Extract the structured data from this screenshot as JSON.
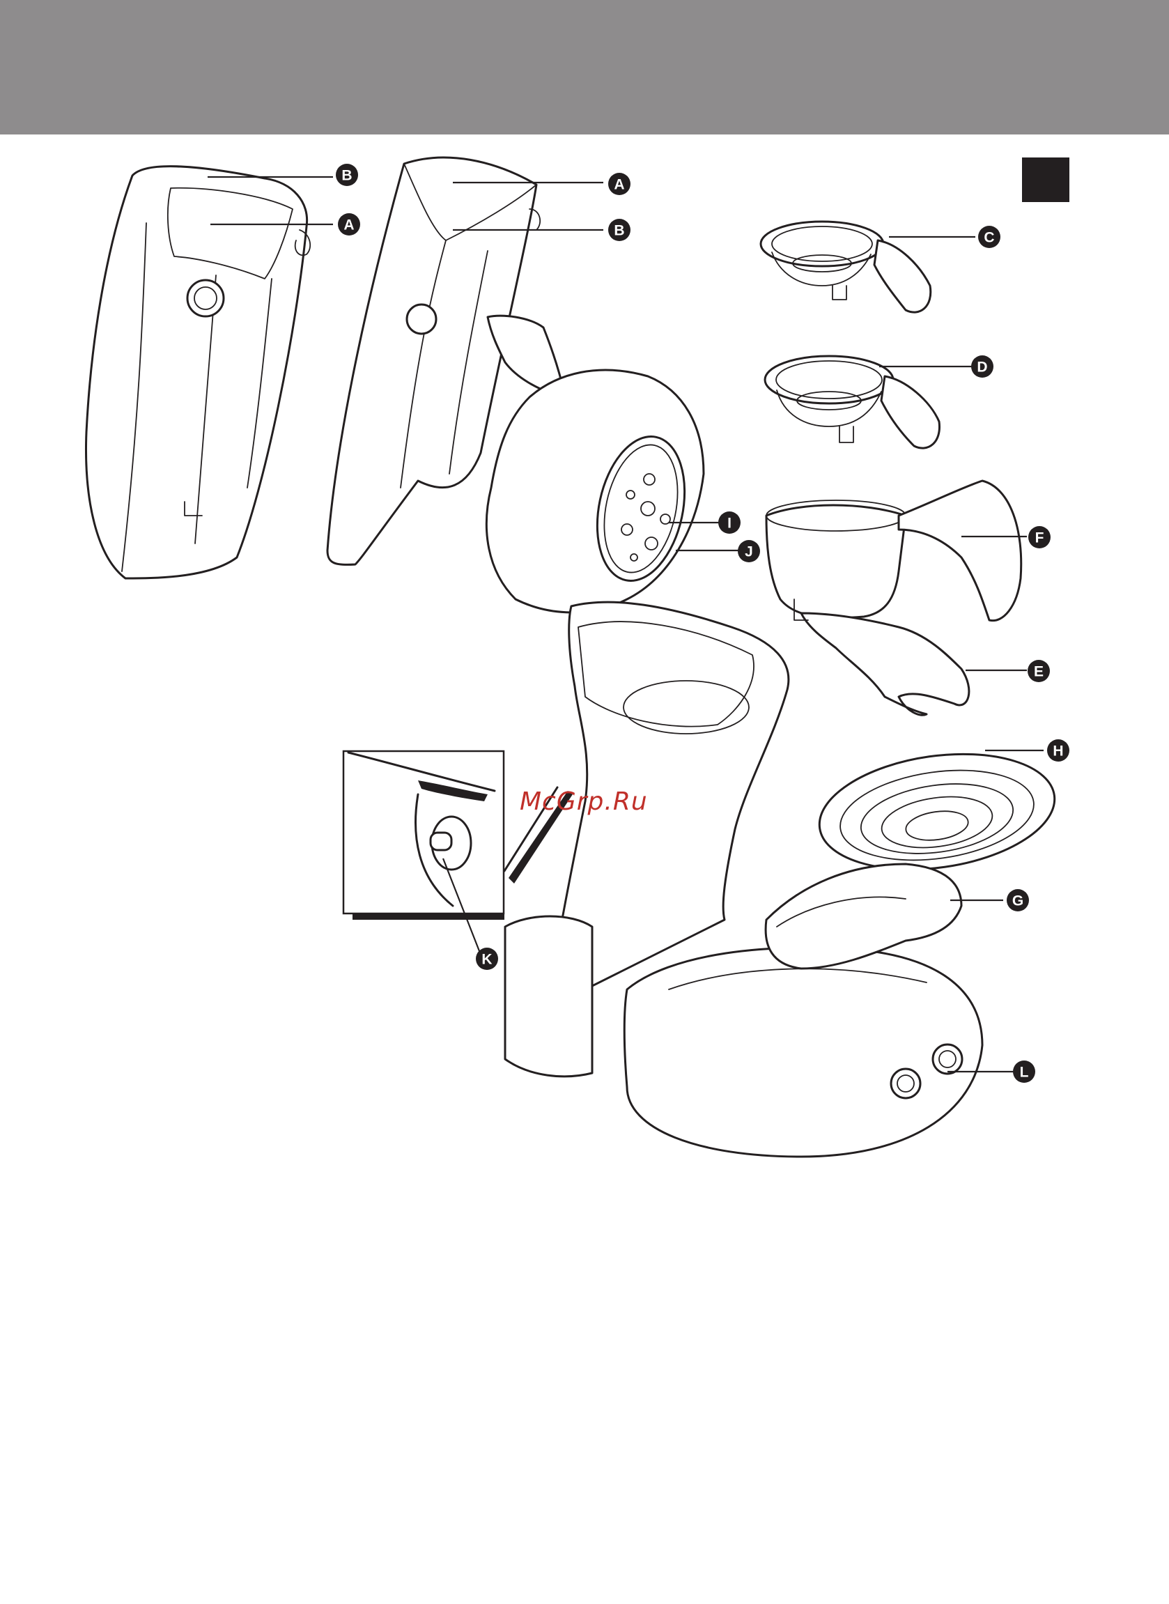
{
  "colors": {
    "header_band": "#8e8c8d",
    "page_marker": "#231f20",
    "callout_fill": "#231f20",
    "callout_text": "#ffffff",
    "line_art": "#231f20",
    "watermark": "#c0302a"
  },
  "watermark": "McGrp.Ru",
  "callouts": {
    "panel1_B": "B",
    "panel1_A": "A",
    "panel2_A": "A",
    "panel2_B": "B",
    "C": "C",
    "D": "D",
    "F": "F",
    "E": "E",
    "I": "I",
    "J": "J",
    "H": "H",
    "G": "G",
    "K": "K",
    "L": "L"
  }
}
